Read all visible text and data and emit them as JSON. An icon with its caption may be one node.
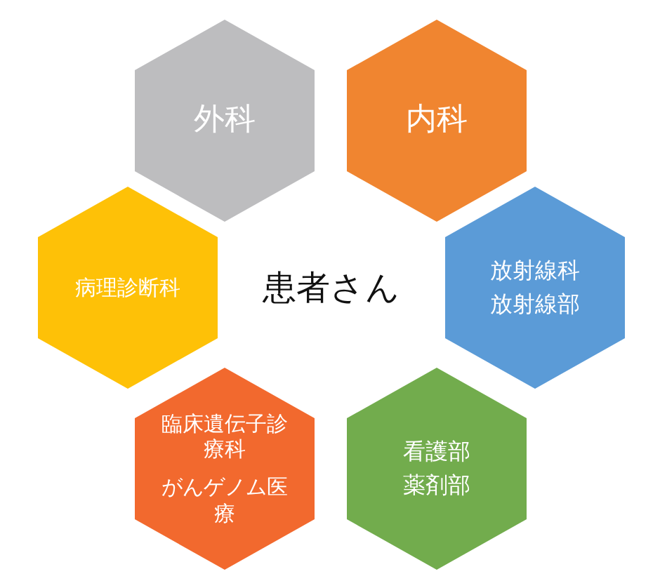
{
  "diagram": {
    "nodes": [
      {
        "text": [
          "外科"
        ]
      },
      {
        "text": [
          "内科"
        ]
      },
      {
        "text": [
          "病理診断科"
        ]
      },
      {
        "text": [
          "患者さん"
        ]
      },
      {
        "text": [
          "放射線科",
          "放射線部"
        ]
      },
      {
        "text": [
          "臨床遺伝子診療科",
          "がんゲノム医療"
        ]
      },
      {
        "text": [
          "看護部",
          "薬剤部"
        ]
      }
    ]
  }
}
